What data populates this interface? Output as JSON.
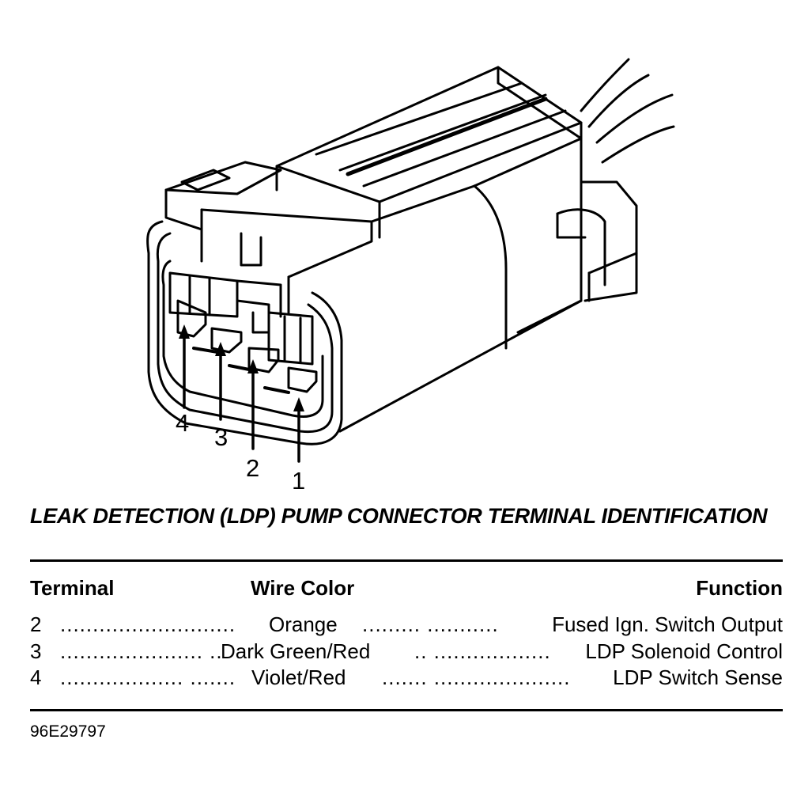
{
  "diagram": {
    "callouts": [
      "4",
      "3",
      "2",
      "1"
    ]
  },
  "caption": "LEAK DETECTION (LDP) PUMP CONNECTOR TERMINAL IDENTIFICATION",
  "table": {
    "headers": {
      "terminal": "Terminal",
      "wire_color": "Wire Color",
      "function": "Function"
    },
    "rows": [
      {
        "terminal": "2",
        "lead": "...........................",
        "wire_color": "Orange",
        "trail": "......... ...........",
        "function": "Fused Ign. Switch Output"
      },
      {
        "terminal": "3",
        "lead": "...................... ..",
        "wire_color": "Dark Green/Red",
        "trail": ".. ..................",
        "function": "LDP Solenoid Control"
      },
      {
        "terminal": "4",
        "lead": "................... .......",
        "wire_color": "Violet/Red",
        "trail": "....... .....................",
        "function": "LDP Switch Sense"
      }
    ]
  },
  "figure_id": "96E29797"
}
